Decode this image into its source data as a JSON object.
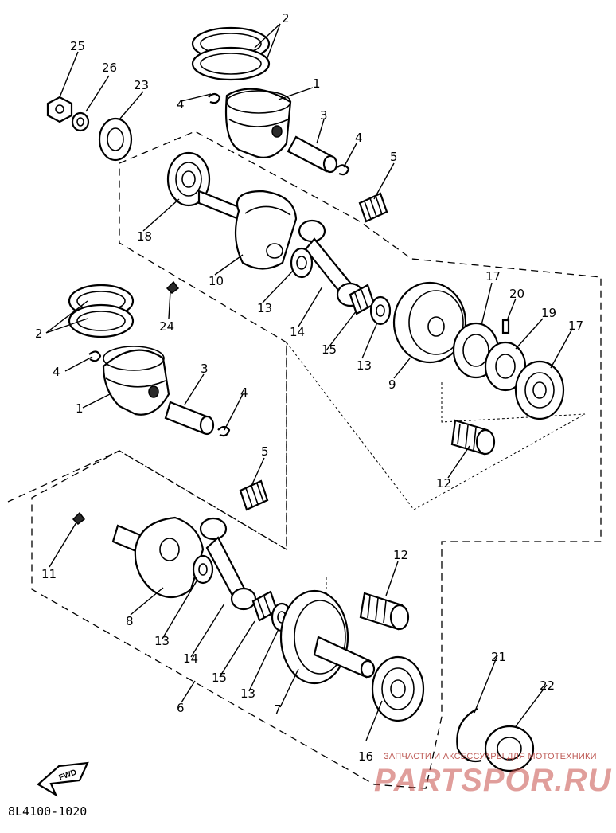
{
  "diagram": {
    "part_numbers": {
      "p1a": "1",
      "p1b": "1",
      "p2a": "2",
      "p2b": "2",
      "p3a": "3",
      "p3b": "3",
      "p4a": "4",
      "p4b": "4",
      "p4c": "4",
      "p4d": "4",
      "p5a": "5",
      "p5b": "5",
      "p6": "6",
      "p7": "7",
      "p8": "8",
      "p9": "9",
      "p10": "10",
      "p11": "11",
      "p12a": "12",
      "p12b": "12",
      "p13a": "13",
      "p13b": "13",
      "p13c": "13",
      "p13d": "13",
      "p14a": "14",
      "p14b": "14",
      "p15a": "15",
      "p15b": "15",
      "p16": "16",
      "p17a": "17",
      "p17b": "17",
      "p18": "18",
      "p19": "19",
      "p20": "20",
      "p21": "21",
      "p22": "22",
      "p23": "23",
      "p24": "24",
      "p25": "25",
      "p26": "26"
    },
    "direction_marker": "FWD",
    "document_code": "8L4100-1020"
  },
  "watermark": {
    "line1": "ЗАПЧАСТИ И АКСЕССУАРЫ ДЛЯ МОТОТЕХНИКИ",
    "line2": "PARTSPOR.RU"
  }
}
